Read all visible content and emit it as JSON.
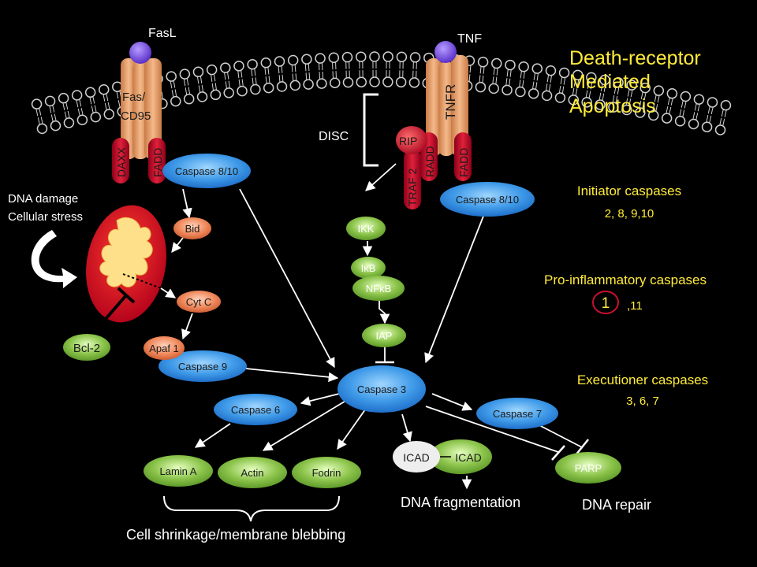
{
  "title": {
    "line1": "Death-receptor",
    "line2": "Mediated",
    "line3": "Apoptosis"
  },
  "ligands": {
    "fasl": "FasL",
    "tnf": "TNF"
  },
  "receptors": {
    "fas_line1": "Fas/",
    "fas_line2": "CD95",
    "daxx": "DAXX",
    "fadd_left": "FADD",
    "tnfr": "TNFR",
    "radd": "RADD",
    "fadd_right": "FADD",
    "rip": "RIP",
    "traf2": "TRAF 2"
  },
  "labels": {
    "disc": "DISC",
    "dna_damage_1": "DNA damage",
    "dna_damage_2": "Cellular stress",
    "dna_fragmentation": "DNA fragmentation",
    "dna_repair": "DNA repair",
    "cell_shrinkage": "Cell shrinkage/membrane blebbing"
  },
  "nodes": {
    "caspase810_left": "Caspase 8/10",
    "caspase810_right": "Caspase 8/10",
    "bid": "Bid",
    "cytc": "Cyt C",
    "apaf1": "Apaf 1",
    "bcl2": "Bcl-2",
    "caspase9": "Caspase 9",
    "ikk": "IKK",
    "ikb_prefix": "I",
    "ikb_suffix": "B",
    "nfkb_prefix": "NF",
    "nfkb_suffix": "B",
    "kappa": "κ",
    "iap": "IAP",
    "caspase3": "Caspase 3",
    "caspase6": "Caspase 6",
    "caspase7": "Caspase 7",
    "lamina": "Lamin A",
    "actin": "Actin",
    "fodrin": "Fodrin",
    "icad_white": "ICAD",
    "icad_green": "ICAD",
    "parp": "PARP"
  },
  "legend": {
    "initiator_title": "Initiator caspases",
    "initiator_values": "2, 8, 9,10",
    "proinflammatory_title": "Pro-inflammatory caspases",
    "proinflammatory_circled": "1",
    "proinflammatory_rest": ",11",
    "executioner_title": "Executioner caspases",
    "executioner_values": "3, 6, 7"
  },
  "colors": {
    "background": "#000000",
    "caspase_blue": "#3f9ae8",
    "green": "#8bc34a",
    "salmon": "#f08a5d",
    "red_receptor": "#c8102e",
    "orange_receptor": "#e6a06a",
    "ligand_purple": "#7b4fe0",
    "yellow_text": "#ffeb3b"
  }
}
